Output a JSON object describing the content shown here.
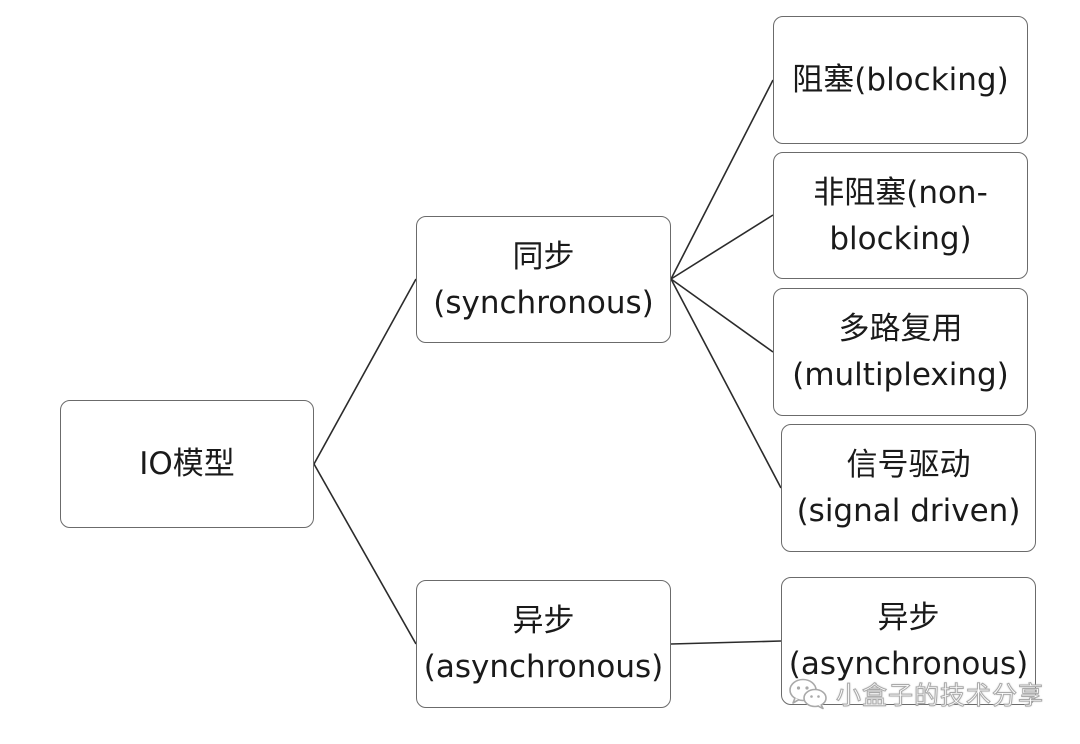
{
  "diagram": {
    "nodes": {
      "root": "IO模型",
      "sync": "同步\n(synchronous)",
      "async": "异步\n(asynchronous)",
      "blocking": "阻塞(blocking)",
      "nonblocking": "非阻塞(non-\nblocking)",
      "multiplexing": "多路复用\n(multiplexing)",
      "signal": "信号驱动\n(signal driven)",
      "async_leaf": "异步\n(asynchronous)"
    },
    "edges": [
      [
        "root",
        "sync"
      ],
      [
        "root",
        "async"
      ],
      [
        "sync",
        "blocking"
      ],
      [
        "sync",
        "nonblocking"
      ],
      [
        "sync",
        "multiplexing"
      ],
      [
        "sync",
        "signal"
      ],
      [
        "async",
        "async_leaf"
      ]
    ],
    "line_color": "#2b2b2b",
    "border_color": "#6b6b6b"
  },
  "watermark": {
    "text": "小盒子的技术分享",
    "icon": "wechat-icon"
  }
}
